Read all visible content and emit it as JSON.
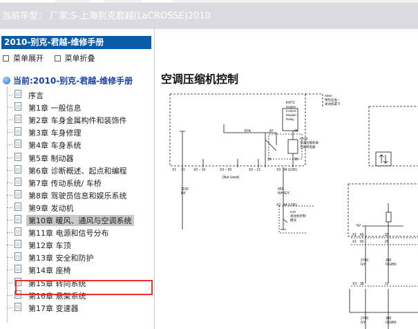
{
  "header": {
    "label": "当前车型：",
    "value": "厂家:S-上海别克君越(LaCROSSE)2010",
    "suffix": "."
  },
  "sidebar": {
    "title": "2010-别克-君越-维修手册",
    "expand_label": "菜单展开",
    "collapse_label": "菜单折叠",
    "root_label": "当前:2010-别克-君越-维修手册",
    "items": [
      {
        "label": "序言"
      },
      {
        "label": "第1章 一般信息"
      },
      {
        "label": "第2章 车身金属构件和装饰件"
      },
      {
        "label": "第3章 车身修理"
      },
      {
        "label": "第4章 车身系统"
      },
      {
        "label": "第5章 制动器"
      },
      {
        "label": "第6章 诊断概述、起点和编程"
      },
      {
        "label": "第7章 传动系统/ 车桥"
      },
      {
        "label": "第8章 驾驶员信息和娱乐系统"
      },
      {
        "label": "第9章 发动机"
      },
      {
        "label": "第10章 暖风、通风与空调系统"
      },
      {
        "label": "第11章 电源和信号分布"
      },
      {
        "label": "第12章 车顶"
      },
      {
        "label": "第13章 安全和防护"
      },
      {
        "label": "第14章 座椅"
      },
      {
        "label": "第15章 转向系统"
      },
      {
        "label": "第16章 悬架系统"
      },
      {
        "label": "第17章 变速器"
      }
    ],
    "selected_index": 10
  },
  "content": {
    "title": "空调压缩机控制",
    "diagram": {
      "kr71": "KR71",
      "engine": "Engine",
      "control": "Control",
      "module": "Module",
      "relay": "Relay",
      "x50a": "X50A",
      "x50a_cn1": "保险丝盒－",
      "x50a_cn2": "发动机罩下",
      "kr29": "KR29",
      "kr29_cn1": "空调压缩机离",
      "kr29_cn2": "合器继电器",
      "pin_87a": "87A",
      "pin_87": "87",
      "pin_86": "86",
      "pin_30": "30",
      "pin_85": "85",
      "x1_71": "X1",
      "n71": "71",
      "x2_10": "X2 – 10",
      "x3_50": "X3 – 50",
      "x2_21": "X2 – 21",
      "x3_34": "X3",
      "n34": "34 (LDK)",
      "not_used": "(Not Used)",
      "w1150": "1150",
      "bk": "BK",
      "w459": "459",
      "whgy": "WH/GY",
      "x2_44": "X2",
      "n44": "44 (LDK)",
      "k20": "K20",
      "k20_cn": "发动机控制",
      "k20_cn2": "模块",
      "v5": "5V",
      "x1_65": "X1",
      "n65": "65",
      "n25": "25",
      "x1_66": "X1",
      "n66": "66",
      "n26": "26",
      "w2700a": "2700",
      "gya": "GY",
      "w380a": "380",
      "ogbka": "OG/BK",
      "x3": "X3",
      "n38": "38",
      "n12": "12",
      "w2700b": "2700",
      "gyb": "GY",
      "w380b": "380",
      "ogbkb": "OG/BK"
    }
  }
}
